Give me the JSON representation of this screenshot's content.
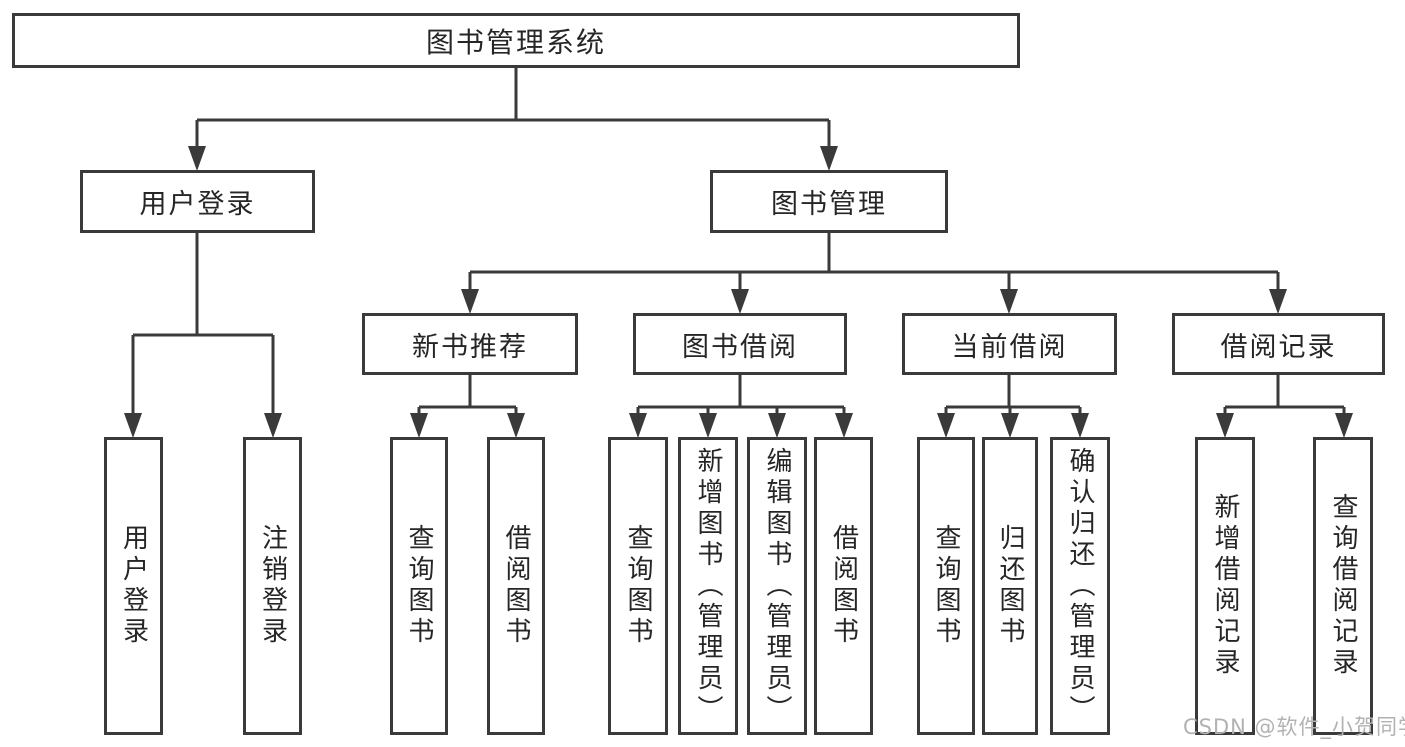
{
  "diagram_type": "tree",
  "tree": {
    "root": {
      "label": "图书管理系统",
      "children": [
        {
          "label": "用户登录",
          "children": [
            {
              "label": "用户登录"
            },
            {
              "label": "注销登录"
            }
          ]
        },
        {
          "label": "图书管理",
          "children": [
            {
              "label": "新书推荐",
              "children": [
                {
                  "label": "查询图书"
                },
                {
                  "label": "借阅图书"
                }
              ]
            },
            {
              "label": "图书借阅",
              "children": [
                {
                  "label": "查询图书"
                },
                {
                  "label": "新增图书（管理员）"
                },
                {
                  "label": "编辑图书（管理员）"
                },
                {
                  "label": "借阅图书"
                }
              ]
            },
            {
              "label": "当前借阅",
              "children": [
                {
                  "label": "查询图书"
                },
                {
                  "label": "归还图书"
                },
                {
                  "label": "确认归还（管理员）"
                }
              ]
            },
            {
              "label": "借阅记录",
              "children": [
                {
                  "label": "新增借阅记录"
                },
                {
                  "label": "查询借阅记录"
                }
              ]
            }
          ]
        }
      ]
    }
  },
  "watermark": {
    "text": "CSDN @软件_小贺同学"
  },
  "colors": {
    "line": "#3a3a3a",
    "box_border": "#3a3a3a",
    "text": "#262626",
    "watermark": "#b2b2b2",
    "background": "#ffffff"
  }
}
